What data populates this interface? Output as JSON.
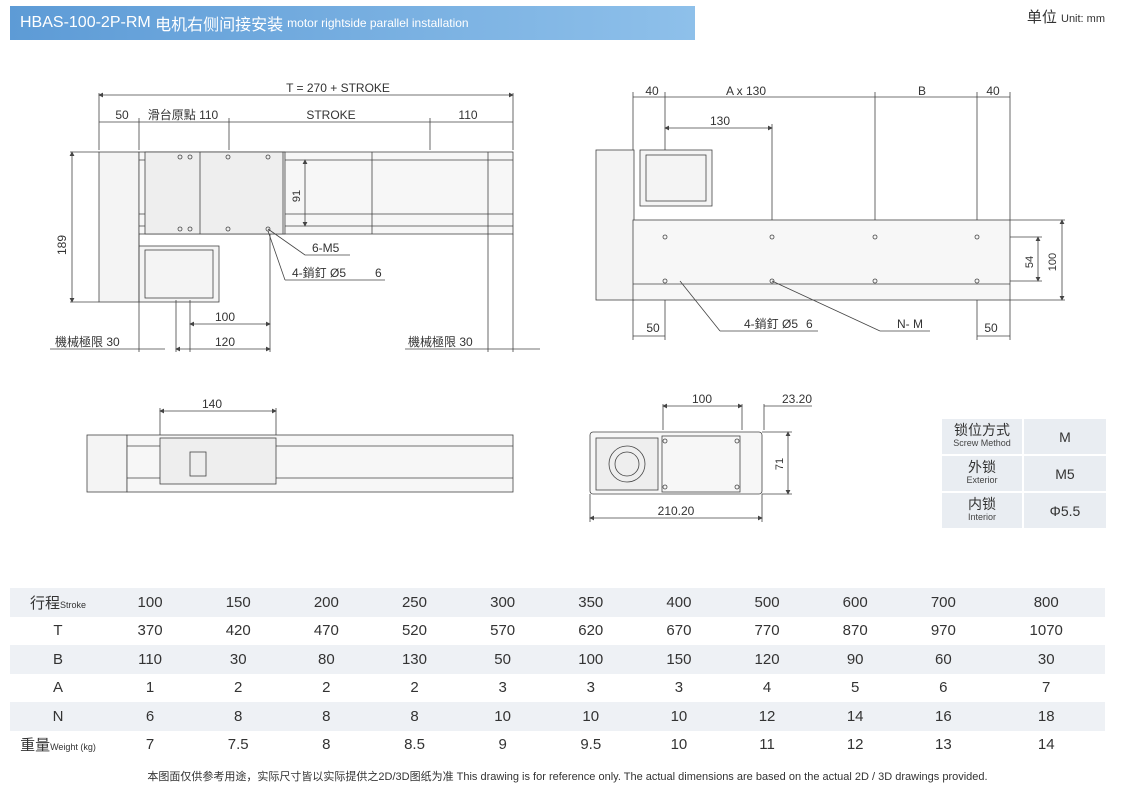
{
  "header": {
    "model": "HBAS-100-2P-RM",
    "title_cn": "电机右侧间接安装",
    "title_en": "motor rightside parallel installation",
    "unit_cn": "单位",
    "unit_en": "Unit: mm"
  },
  "top_view": {
    "total_label": "T = 270 + STROKE",
    "dim_50": "50",
    "origin_label": "滑台原點 110",
    "stroke_label": "STROKE",
    "dim_110": "110",
    "height_189": "189",
    "dim_91": "91",
    "thread_label": "6-M5",
    "pin_label": "4-銷釘 Ø5",
    "pin_depth": "6",
    "dim_100": "100",
    "dim_120": "120",
    "limit_left": "機械極限 30",
    "limit_right": "機械極限 30"
  },
  "side_view": {
    "dim_40_left": "40",
    "a_label": "A x 130",
    "b_label": "B",
    "dim_40_right": "40",
    "dim_130": "130",
    "dim_54": "54",
    "dim_100": "100",
    "dim_50_left": "50",
    "pin_label": "4-銷釘 Ø5",
    "pin_depth": "6",
    "nm_label": "N- M",
    "dim_50_right": "50"
  },
  "bottom_view": {
    "dim_140": "140"
  },
  "end_view": {
    "dim_100": "100",
    "dim_23_20": "23.20",
    "dim_71": "71",
    "dim_210_20": "210.20"
  },
  "lock_table": [
    {
      "cn": "锁位方式",
      "en": "Screw Method",
      "value": "M"
    },
    {
      "cn": "外锁",
      "en": "Exterior",
      "value": "M5"
    },
    {
      "cn": "内锁",
      "en": "Interior",
      "value": "Φ5.5"
    }
  ],
  "spec_table": {
    "rows": [
      {
        "cn": "行程",
        "en": "Stroke",
        "values": [
          "100",
          "150",
          "200",
          "250",
          "300",
          "350",
          "400",
          "500",
          "600",
          "700",
          "800"
        ]
      },
      {
        "cn": "T",
        "en": "",
        "values": [
          "370",
          "420",
          "470",
          "520",
          "570",
          "620",
          "670",
          "770",
          "870",
          "970",
          "1070"
        ]
      },
      {
        "cn": "B",
        "en": "",
        "values": [
          "110",
          "30",
          "80",
          "130",
          "50",
          "100",
          "150",
          "120",
          "90",
          "60",
          "30"
        ]
      },
      {
        "cn": "A",
        "en": "",
        "values": [
          "1",
          "2",
          "2",
          "2",
          "3",
          "3",
          "3",
          "4",
          "5",
          "6",
          "7"
        ]
      },
      {
        "cn": "N",
        "en": "",
        "values": [
          "6",
          "8",
          "8",
          "8",
          "10",
          "10",
          "10",
          "12",
          "14",
          "16",
          "18"
        ]
      },
      {
        "cn": "重量",
        "en": "Weight (kg)",
        "values": [
          "7",
          "7.5",
          "8",
          "8.5",
          "9",
          "9.5",
          "10",
          "11",
          "12",
          "13",
          "14"
        ]
      }
    ]
  },
  "footer": "本图面仅供参考用途，实际尺寸皆以实际提供之2D/3D图纸为准 This drawing is for reference only. The actual dimensions are based on the actual 2D / 3D drawings provided."
}
